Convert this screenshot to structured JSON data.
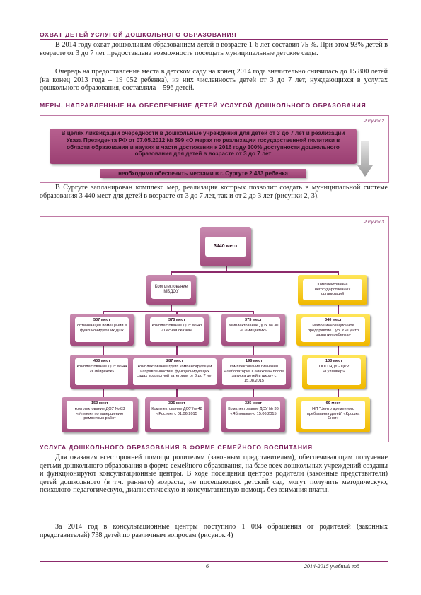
{
  "sections": {
    "s1_title": "ОХВАТ ДЕТЕЙ УСЛУГОЙ ДОШКОЛЬНОГО ОБРАЗОВАНИЯ",
    "s1_p1": "В 2014 году охват дошкольным образованием детей в возрасте 1-6 лет составил 75 %. При этом 93% детей в возрасте от 3 до 7 лет предоставлена возможность посещать муниципальные детские сады.",
    "s1_p2": "Очередь на предоставление места в детском саду на конец 2014 года значительно снизилась до 15 800 детей (на конец 2013 года – 19 052 ребенка), из них численность детей от 3 до 7 лет, нуждающихся в услугах дошкольного образования, составляла – 596 детей.",
    "s2_title": "МЕРЫ, НАПРАВЛЕННЫЕ НА ОБЕСПЕЧЕНИЕ ДЕТЕЙ УСЛУГОЙ ДОШКОЛЬНОГО ОБРАЗОВАНИЯ",
    "s2_p1": "В Сургуте запланирован комплекс мер, реализация которых позволит создать в муниципальной системе образования 3 440 мест для детей в возрасте от 3 до 7 лет, так и от 2 до 3 лет (рисунки 2, 3).",
    "s3_title": "УСЛУГА ДОШКОЛЬНОГО ОБРАЗОВАНИЯ В ФОРМЕ СЕМЕЙНОГО ВОСПИТАНИЯ",
    "s3_p1": "Для оказания всесторонней помощи родителям (законным представителям), обеспечивающим получение детьми дошкольного образования в форме семейного образования, на базе всех дошкольных учреждений созданы и функционируют консультационные центры. В ходе посещения центров родители (законные представители) детей дошкольного (в т.ч. раннего) возраста, не посещающих детский сад, могут получить методическую, психолого-педагогическую, диагностическую и консультативную помощь без взимания платы.",
    "s3_p2": "За 2014 год в консультационные центры поступило 1 084 обращения от родителей (законных представителей) 738 детей по различным вопросам (рисунок 4)"
  },
  "figure2": {
    "label": "Рисунок 2",
    "main_text": "В целях ликвидации очередности в дошкольные учреждения для детей от 3 до 7 лет и реализации Указа Президента РФ от 07.05.2012 № 599 «О мерах по реализации государственной политики в области образования и науки» в части достижения к 2016 году 100% доступности дошкольного образования для детей в возрасте от 3 до 7 лет",
    "bottom_text": "необходимо обеспечить местами в г. Сургуте 2 433 ребенка"
  },
  "figure3": {
    "label": "Рисунок 3",
    "root": "3440 мест",
    "left_group": "Комплектование МБДОУ",
    "right_group": "Комплектование негосударственных организаций",
    "col1": [
      {
        "count": "507 мест",
        "text": "оптимизация помещений в функционирующих ДОУ"
      },
      {
        "count": "400 мест",
        "text": "комплектование ДОУ № 44 «Сибирячок»"
      },
      {
        "count": "150 мест",
        "text": "комплектование ДОУ № 83 «Утенок» по завершению ремонтных работ"
      }
    ],
    "col2": [
      {
        "count": "375 мест",
        "text": "комплектование ДОУ № 43 «Лесная сказка»"
      },
      {
        "count": "287 мест",
        "text": "комплектование групп компенсирующей направленности в функционирующих садах возрастной категории от 3 до 7 лет"
      },
      {
        "count": "325 мест",
        "text": "Комплектование ДОУ № 48 «Росток» с 01.06.2015"
      }
    ],
    "col3": [
      {
        "count": "375 мест",
        "text": "комплектование ДОУ № 30 «Семицветик»"
      },
      {
        "count": "196 мест",
        "text": "комплектование гимназии «Лаборатория Салахова» после запуска детей в школу с 15.08.2015"
      },
      {
        "count": "325 мест",
        "text": "Комплектование ДОУ № 36 «Яблонька» с 15.06.2015"
      }
    ],
    "col4": [
      {
        "count": "340 мест",
        "text": "Малое инновационное предприятие СурГУ «Центр развития ребенка»"
      },
      {
        "count": "100 мест",
        "text": "ООО НДУ - ЦРР «Гулливер»"
      },
      {
        "count": "60 мест",
        "text": "НП \"Центр временного пребывания детей\" «Крошка Енот»"
      }
    ]
  },
  "footer": {
    "page": "6",
    "year": "2014-2015 учебный год"
  }
}
